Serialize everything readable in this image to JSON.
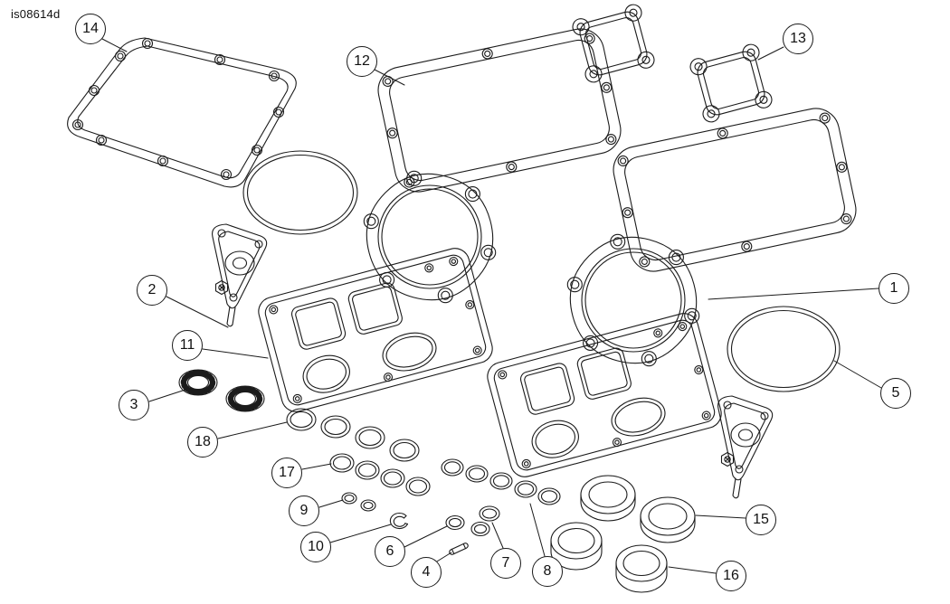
{
  "figure": {
    "id_label": "is08614d",
    "line_color": "#1b1b1b",
    "background_color": "#ffffff",
    "callouts": {
      "c1": "1",
      "c2": "2",
      "c3": "3",
      "c4": "4",
      "c5": "5",
      "c6": "6",
      "c7": "7",
      "c8": "8",
      "c9": "9",
      "c10": "10",
      "c11": "11",
      "c12": "12",
      "c13": "13",
      "c14": "14",
      "c15": "15",
      "c16": "16",
      "c17": "17",
      "c18": "18"
    }
  }
}
